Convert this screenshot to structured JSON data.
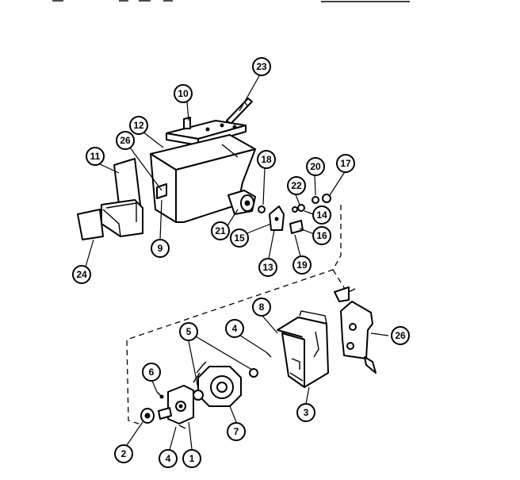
{
  "callouts": [
    {
      "id": "c23",
      "label": "23"
    },
    {
      "id": "c10",
      "label": "10"
    },
    {
      "id": "c12",
      "label": "12"
    },
    {
      "id": "c26a",
      "label": "26"
    },
    {
      "id": "c11",
      "label": "11"
    },
    {
      "id": "c18",
      "label": "18"
    },
    {
      "id": "c20",
      "label": "20"
    },
    {
      "id": "c17",
      "label": "17"
    },
    {
      "id": "c22",
      "label": "22"
    },
    {
      "id": "c14",
      "label": "14"
    },
    {
      "id": "c21",
      "label": "21"
    },
    {
      "id": "c15",
      "label": "15"
    },
    {
      "id": "c16",
      "label": "16"
    },
    {
      "id": "c9",
      "label": "9"
    },
    {
      "id": "c13",
      "label": "13"
    },
    {
      "id": "c19",
      "label": "19"
    },
    {
      "id": "c24",
      "label": "24"
    },
    {
      "id": "c8",
      "label": "8"
    },
    {
      "id": "c26b",
      "label": "26"
    },
    {
      "id": "c5",
      "label": "5"
    },
    {
      "id": "c4a",
      "label": "4"
    },
    {
      "id": "c6",
      "label": "6"
    },
    {
      "id": "c3",
      "label": "3"
    },
    {
      "id": "c7",
      "label": "7"
    },
    {
      "id": "c2",
      "label": "2"
    },
    {
      "id": "c4b",
      "label": "4"
    },
    {
      "id": "c1",
      "label": "1"
    }
  ]
}
